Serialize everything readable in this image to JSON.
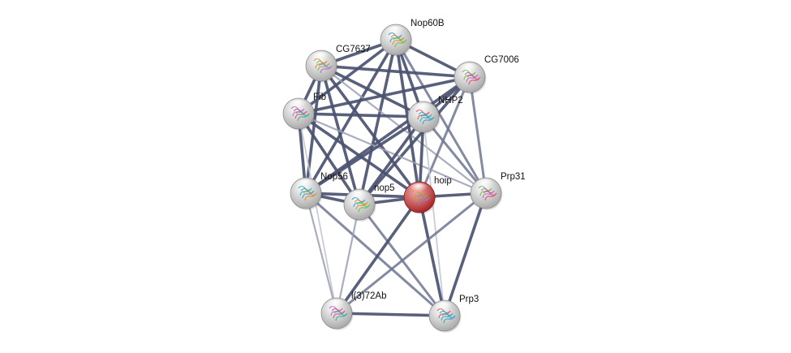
{
  "nodes": [
    {
      "id": "nop60b",
      "label": "Nop60B",
      "type": "normal"
    },
    {
      "id": "cg7637",
      "label": "CG7637",
      "type": "normal"
    },
    {
      "id": "cg7006",
      "label": "CG7006",
      "type": "normal"
    },
    {
      "id": "fib",
      "label": "Fib",
      "type": "normal"
    },
    {
      "id": "nhp2",
      "label": "NHP2",
      "type": "normal"
    },
    {
      "id": "nop56",
      "label": "Nop56",
      "type": "normal"
    },
    {
      "id": "nop5",
      "label": "nop5",
      "type": "normal"
    },
    {
      "id": "hoip",
      "label": "hoip",
      "type": "query"
    },
    {
      "id": "prp31",
      "label": "Prp31",
      "type": "normal"
    },
    {
      "id": "l372ab",
      "label": "l(3)72Ab",
      "type": "normal"
    },
    {
      "id": "prp3",
      "label": "Prp3",
      "type": "normal"
    }
  ],
  "edges": [
    {
      "from": "nop60b",
      "to": "cg7637",
      "strength": "strong"
    },
    {
      "from": "nop60b",
      "to": "cg7006",
      "strength": "strong"
    },
    {
      "from": "nop60b",
      "to": "fib",
      "strength": "strong"
    },
    {
      "from": "nop60b",
      "to": "nhp2",
      "strength": "strong"
    },
    {
      "from": "nop60b",
      "to": "nop56",
      "strength": "strong"
    },
    {
      "from": "nop60b",
      "to": "nop5",
      "strength": "strong"
    },
    {
      "from": "nop60b",
      "to": "hoip",
      "strength": "strong"
    },
    {
      "from": "nop60b",
      "to": "prp31",
      "strength": "medium"
    },
    {
      "from": "cg7637",
      "to": "cg7006",
      "strength": "strong"
    },
    {
      "from": "cg7637",
      "to": "fib",
      "strength": "strong"
    },
    {
      "from": "cg7637",
      "to": "nhp2",
      "strength": "strong"
    },
    {
      "from": "cg7637",
      "to": "nop56",
      "strength": "strong"
    },
    {
      "from": "cg7637",
      "to": "nop5",
      "strength": "strong"
    },
    {
      "from": "cg7637",
      "to": "hoip",
      "strength": "strong"
    },
    {
      "from": "cg7637",
      "to": "prp31",
      "strength": "weak"
    },
    {
      "from": "cg7006",
      "to": "fib",
      "strength": "strong"
    },
    {
      "from": "cg7006",
      "to": "nhp2",
      "strength": "strong"
    },
    {
      "from": "cg7006",
      "to": "nop56",
      "strength": "strong"
    },
    {
      "from": "cg7006",
      "to": "nop5",
      "strength": "strong"
    },
    {
      "from": "cg7006",
      "to": "hoip",
      "strength": "medium"
    },
    {
      "from": "cg7006",
      "to": "prp31",
      "strength": "medium"
    },
    {
      "from": "fib",
      "to": "nhp2",
      "strength": "strong"
    },
    {
      "from": "fib",
      "to": "nop56",
      "strength": "strong"
    },
    {
      "from": "fib",
      "to": "nop5",
      "strength": "strong"
    },
    {
      "from": "fib",
      "to": "hoip",
      "strength": "strong"
    },
    {
      "from": "fib",
      "to": "prp31",
      "strength": "weak"
    },
    {
      "from": "fib",
      "to": "l372ab",
      "strength": "faint"
    },
    {
      "from": "nhp2",
      "to": "nop56",
      "strength": "strong"
    },
    {
      "from": "nhp2",
      "to": "nop5",
      "strength": "strong"
    },
    {
      "from": "nhp2",
      "to": "hoip",
      "strength": "strong"
    },
    {
      "from": "nhp2",
      "to": "prp31",
      "strength": "medium"
    },
    {
      "from": "nhp2",
      "to": "prp3",
      "strength": "faint"
    },
    {
      "from": "nop56",
      "to": "nop5",
      "strength": "strong"
    },
    {
      "from": "nop56",
      "to": "hoip",
      "strength": "strong"
    },
    {
      "from": "nop56",
      "to": "l372ab",
      "strength": "weak"
    },
    {
      "from": "nop56",
      "to": "prp3",
      "strength": "medium"
    },
    {
      "from": "nop5",
      "to": "hoip",
      "strength": "strong"
    },
    {
      "from": "nop5",
      "to": "l372ab",
      "strength": "weak"
    },
    {
      "from": "nop5",
      "to": "prp3",
      "strength": "medium"
    },
    {
      "from": "hoip",
      "to": "prp31",
      "strength": "strong"
    },
    {
      "from": "hoip",
      "to": "prp3",
      "strength": "strong"
    },
    {
      "from": "hoip",
      "to": "l372ab",
      "strength": "strong"
    },
    {
      "from": "prp31",
      "to": "prp3",
      "strength": "strong"
    },
    {
      "from": "prp31",
      "to": "l372ab",
      "strength": "medium"
    },
    {
      "from": "l372ab",
      "to": "prp3",
      "strength": "strong"
    }
  ],
  "colors": {
    "edge_strong": "#4a5270",
    "edge_medium": "#6d7590",
    "edge_weak": "#9aa0b4",
    "edge_faint": "#c3c7d3",
    "node_normal_light": "#ffffff",
    "node_normal_dark": "#a8a8a8",
    "node_query_light": "#f6b0b0",
    "node_query_dark": "#a42222"
  }
}
